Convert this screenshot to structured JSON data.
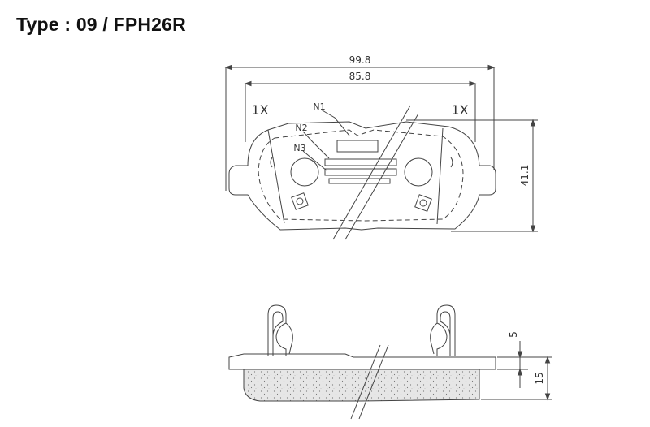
{
  "title": "Type : 09 / FPH26R",
  "dimensions": {
    "overall_width": "99.8",
    "inner_width": "85.8",
    "height": "41.1",
    "backing_thickness": "5",
    "total_thickness": "15"
  },
  "quantity_labels": {
    "left": "1X",
    "right": "1X"
  },
  "part_labels": {
    "n1": "N1",
    "n2": "N2",
    "n3": "N3"
  },
  "colors": {
    "line": "#444444",
    "friction_material": "#e6e6e6",
    "text": "#333333"
  }
}
